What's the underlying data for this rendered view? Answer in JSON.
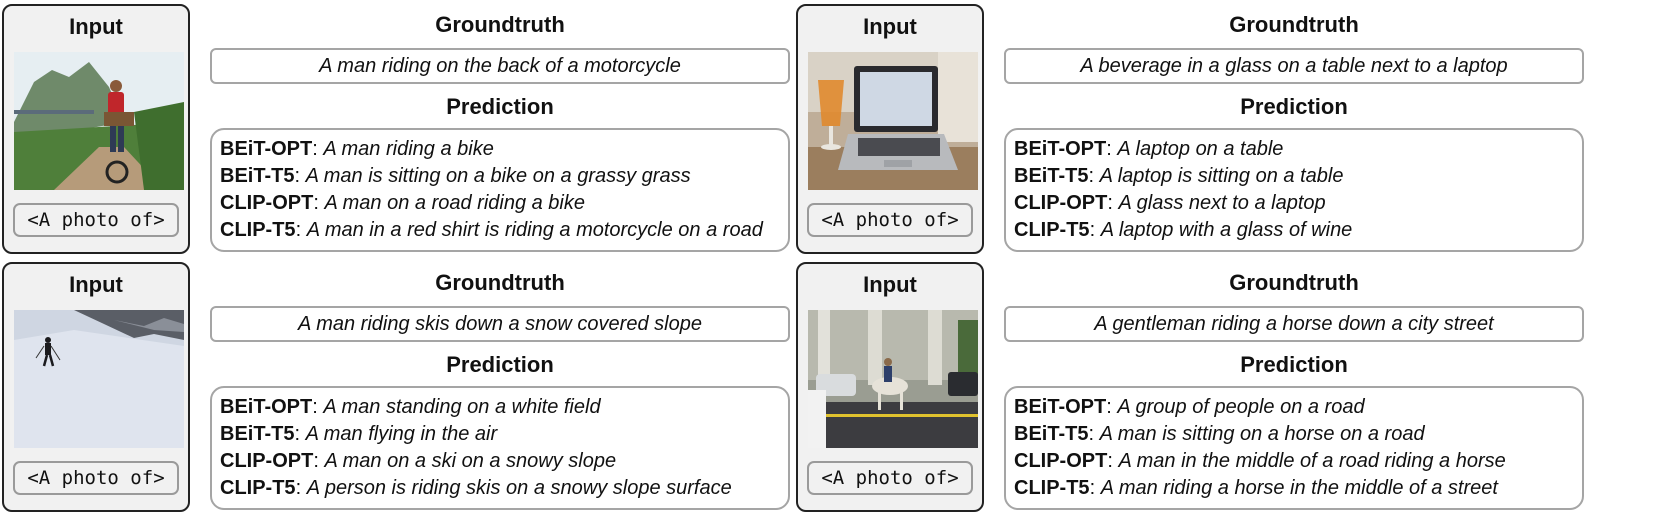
{
  "labels": {
    "input": "Input",
    "groundtruth": "Groundtruth",
    "prediction": "Prediction",
    "prompt": "<A photo of>",
    "sep": ": "
  },
  "panels": [
    {
      "image": "man-on-motorcycle-dirt-road-photo",
      "groundtruth": "A man riding on the back of a motorcycle",
      "predictions": [
        {
          "model": "BEiT-OPT",
          "caption": "A man riding a bike"
        },
        {
          "model": "BEiT-T5",
          "caption": "A man is sitting on a bike on a grassy grass"
        },
        {
          "model": "CLIP-OPT",
          "caption": "A man on a road riding a bike"
        },
        {
          "model": "CLIP-T5",
          "caption": "A man in a red shirt is riding a motorcycle on a road"
        }
      ]
    },
    {
      "image": "beer-glass-and-laptop-photo",
      "groundtruth": "A beverage in a glass on a table next to a laptop",
      "predictions": [
        {
          "model": "BEiT-OPT",
          "caption": "A laptop on a table"
        },
        {
          "model": "BEiT-T5",
          "caption": "A laptop is sitting on a table"
        },
        {
          "model": "CLIP-OPT",
          "caption": "A glass next to a laptop"
        },
        {
          "model": "CLIP-T5",
          "caption": "A laptop with a glass of wine"
        }
      ]
    },
    {
      "image": "skier-on-snowy-slope-photo",
      "groundtruth": "A man riding skis down a snow covered slope",
      "predictions": [
        {
          "model": "BEiT-OPT",
          "caption": "A man standing on a white field"
        },
        {
          "model": "BEiT-T5",
          "caption": "A man flying in the air"
        },
        {
          "model": "CLIP-OPT",
          "caption": "A man on a ski on a snowy slope"
        },
        {
          "model": "CLIP-T5",
          "caption": "A person is riding skis on a snowy slope surface"
        }
      ]
    },
    {
      "image": "horse-rider-on-city-street-photo",
      "groundtruth": "A gentleman riding a horse down a city street",
      "predictions": [
        {
          "model": "BEiT-OPT",
          "caption": "A group of people on a road"
        },
        {
          "model": "BEiT-T5",
          "caption": "A man is sitting on a horse on a road"
        },
        {
          "model": "CLIP-OPT",
          "caption": "A man in the middle of a road riding a horse"
        },
        {
          "model": "CLIP-T5",
          "caption": "A man riding a horse in the middle of a street"
        }
      ]
    }
  ]
}
